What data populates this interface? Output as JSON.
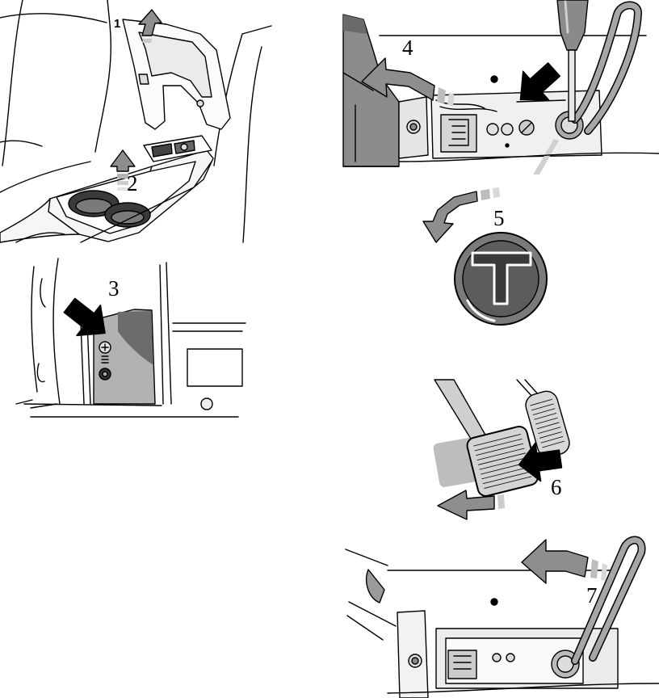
{
  "steps": [
    "1",
    "2",
    "3",
    "4",
    "5",
    "6",
    "7"
  ],
  "colors": {
    "arrow_gray": "#8e8e8e",
    "arrow_black": "#000000",
    "panel_gray": "#8c8c8c",
    "line": "#000000",
    "background": "#ffffff"
  }
}
